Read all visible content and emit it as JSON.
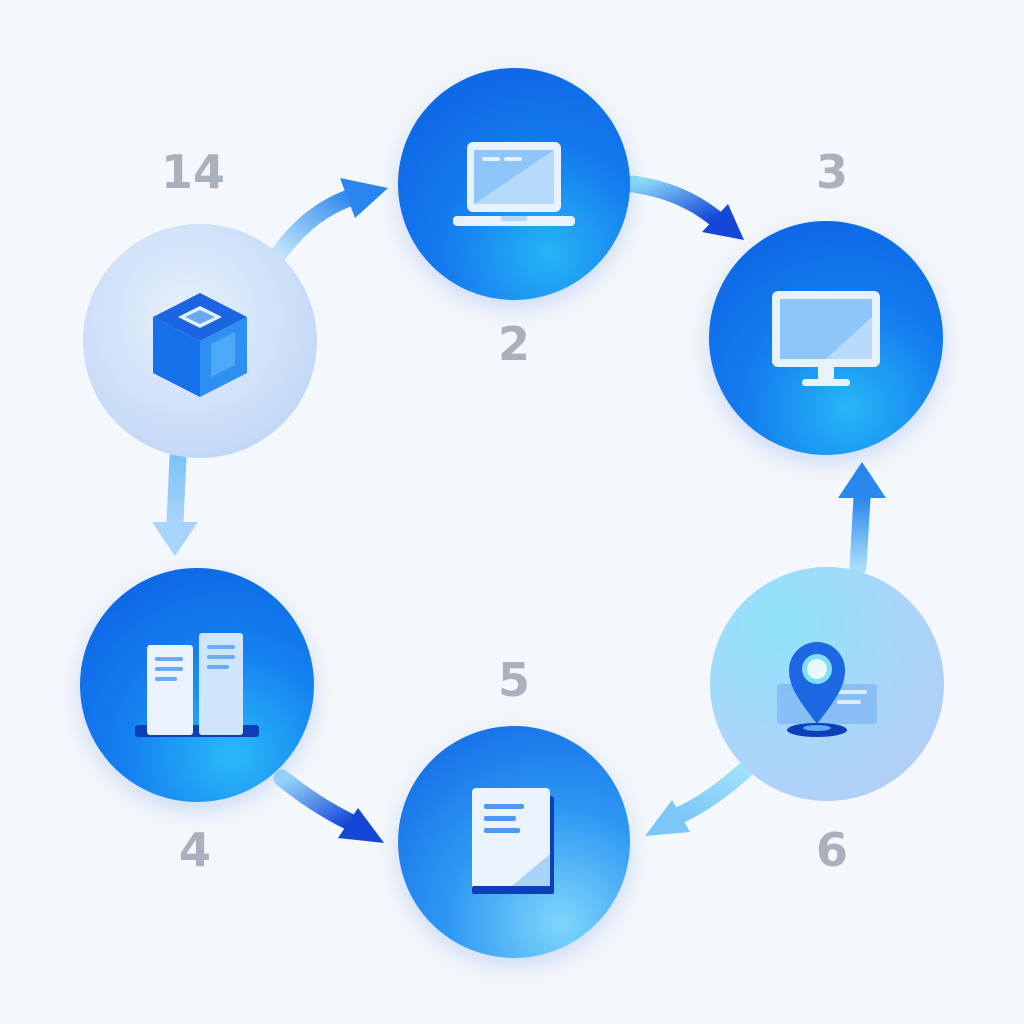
{
  "steps": [
    {
      "number": "14",
      "icon": "cube-icon"
    },
    {
      "number": "2",
      "icon": "laptop-icon"
    },
    {
      "number": "3",
      "icon": "monitor-icon"
    },
    {
      "number": "4",
      "icon": "documents-stack-icon"
    },
    {
      "number": "5",
      "icon": "document-icon"
    },
    {
      "number": "6",
      "icon": "location-pin-icon"
    }
  ],
  "colors": {
    "background": "#f4f7fb",
    "node_blue": "#1479ee",
    "node_light": "#cddff8",
    "arrow_dark": "#1450d8",
    "arrow_light": "#8fd0fb",
    "number_gray": "#a9b1bd"
  }
}
